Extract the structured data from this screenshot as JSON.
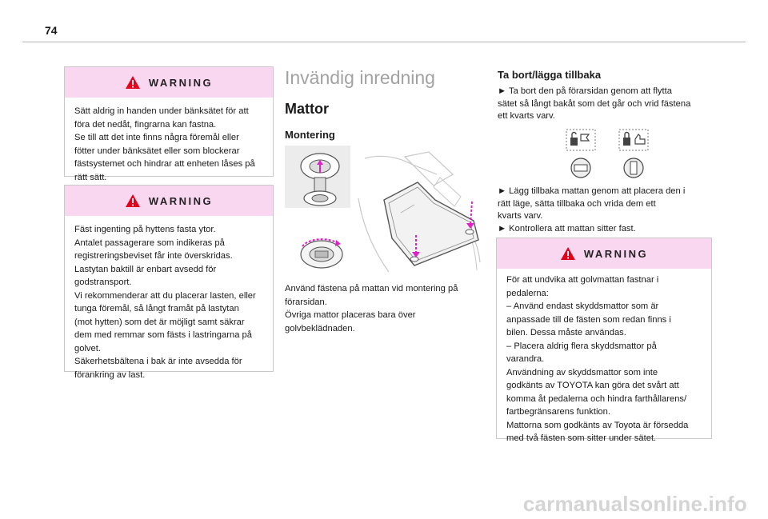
{
  "header": {
    "page_number": "74"
  },
  "warnings": [
    {
      "title": "WARNING",
      "lines": [
        "Sätt aldrig in handen under bänksätet för att",
        "föra det nedåt, fingrarna kan fastna.",
        "Se till att det inte finns några föremål eller",
        "fötter under bänksätet eller som blockerar",
        "fästsystemet och hindrar att enheten låses på",
        "rätt sätt."
      ]
    },
    {
      "title": "WARNING",
      "lines": [
        "Fäst ingenting på hyttens fasta ytor.",
        "Antalet passagerare som indikeras på",
        "registreringsbeviset får inte överskridas.",
        "Lastytan baktill är enbart avsedd för",
        "godstransport.",
        "Vi rekommenderar att du placerar lasten, eller",
        "tunga föremål, så långt framåt på lastytan",
        "(mot hytten) som det är möjligt samt säkrar",
        "dem med remmar som fästs i lastringarna på",
        "golvet.",
        "Säkerhetsbältena i bak är inte avsedda för",
        "förankring av last."
      ]
    },
    {
      "title": "WARNING",
      "lines": [
        "För att undvika att golvmattan fastnar i",
        "pedalerna:",
        "–  Använd endast skyddsmattor som är",
        "anpassade till de fästen som redan finns i",
        "bilen. Dessa måste användas.",
        "–  Placera aldrig flera skyddsmattor på",
        "varandra.",
        "Användning av skyddsmattor som inte",
        "godkänts av TOYOTA kan göra det svårt att",
        "komma åt pedalerna och hindra farthållarens/",
        "fartbegränsarens funktion.",
        "Mattorna som godkänts av Toyota är försedda",
        "med två fästen som sitter under sätet."
      ]
    }
  ],
  "middle": {
    "heading": "Invändig inredning",
    "subheading": "Mattor",
    "section": "Montering",
    "caption_lines": [
      "Använd fästena på mattan vid montering på",
      "förarsidan.",
      "Övriga mattor placeras bara över",
      "golvbeklädnaden."
    ]
  },
  "right": {
    "section": "Ta bort/lägga tillbaka",
    "remove_lines": [
      "►  Ta bort den på förarsidan genom att flytta",
      "sätet så långt bakåt som det går och vrid fästena",
      "ett kvarts varv."
    ],
    "refit_lines": [
      "►  Lägg tillbaka mattan genom att placera den i",
      "rätt läge, sätta tillbaka och vrida dem ett",
      "kvarts varv.",
      "►  Kontrollera att mattan sitter fast."
    ]
  },
  "watermark": "carmanualsonline.info",
  "colors": {
    "warning_header": "#f9d7f1",
    "heading_grey": "#a2a2a2",
    "arrow_magenta": "#e020c8"
  }
}
